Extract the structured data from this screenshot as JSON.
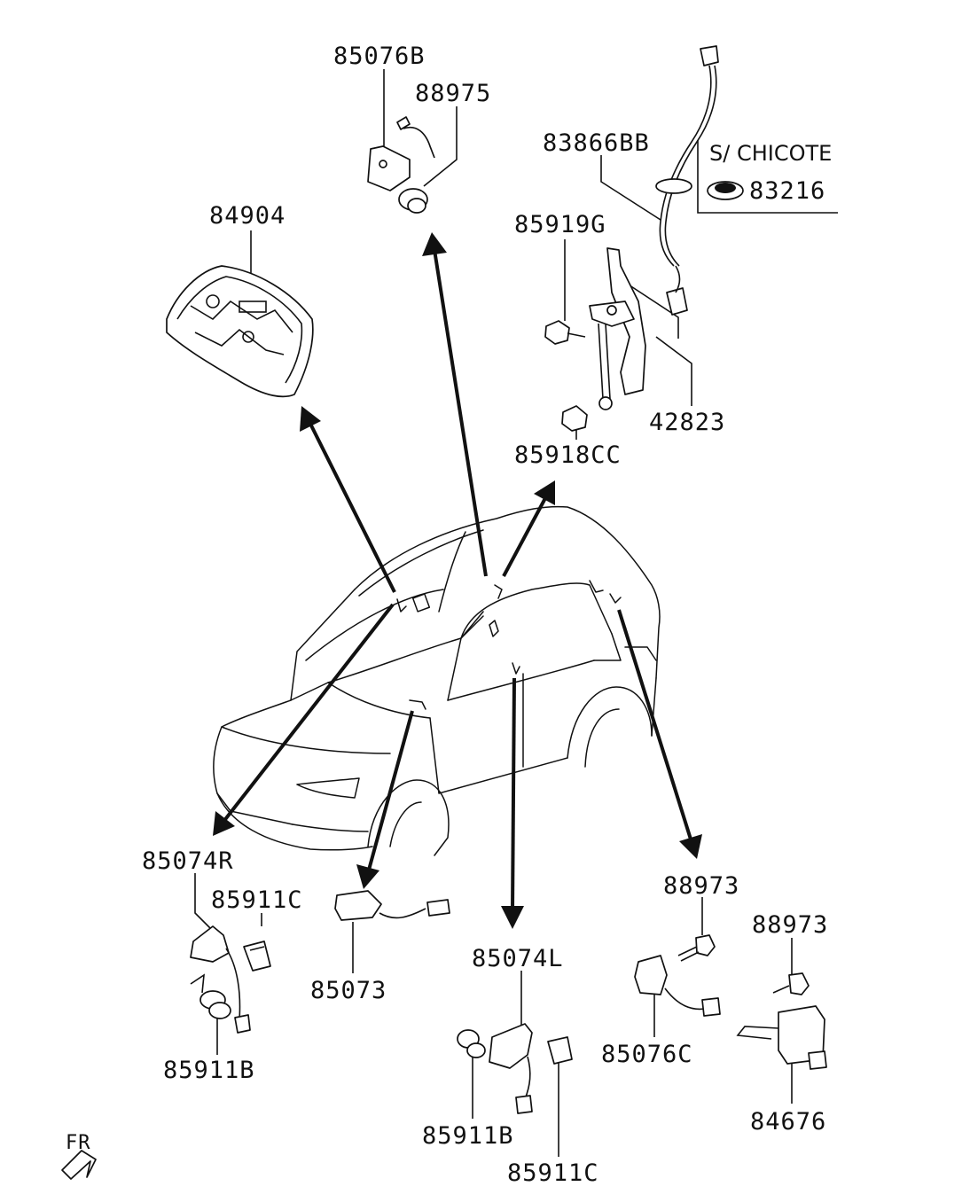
{
  "labels": {
    "p85076B": "85076B",
    "p88975": "88975",
    "p83866BB": "83866BB",
    "s_chicote": "S/ CHICOTE",
    "p83216": "83216",
    "p84904": "84904",
    "p85919G": "85919G",
    "p42823": "42823",
    "p85918CC": "85918CC",
    "p85074R": "85074R",
    "p85911C_left": "85911C",
    "p85073": "85073",
    "p85911B_left": "85911B",
    "p85074L": "85074L",
    "p88973_a": "88973",
    "p88973_b": "88973",
    "p85076C": "85076C",
    "p84676": "84676",
    "p85911B_bottom": "85911B",
    "p85911C_bottom": "85911C",
    "fr": "FR"
  }
}
